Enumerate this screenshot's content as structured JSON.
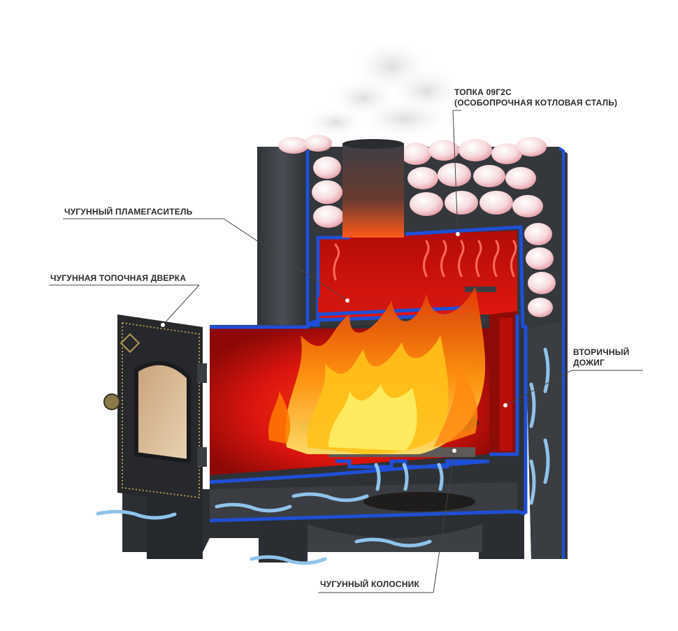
{
  "labels": {
    "firebox_steel": {
      "line1": "ТОПКА 09Г2С",
      "line2": "(ОСОБОПРОЧНАЯ КОТЛОВАЯ СТАЛЬ)"
    },
    "flame_arrester": "ЧУГУННЫЙ ПЛАМЕГАСИТЕЛЬ",
    "firebox_door": "ЧУГУННАЯ ТОПОЧНАЯ ДВЕРКА",
    "secondary_burn": {
      "line1": "ВТОРИЧНЫЙ",
      "line2": "ДОЖИГ"
    },
    "grate": "ЧУГУННЫЙ КОЛОСНИК"
  },
  "colors": {
    "steel_dark": "#3a3d42",
    "steel_mid": "#55585e",
    "interior_red": "#d8140f",
    "interior_dark": "#9c0a07",
    "blue_edge": "#1f4fd6",
    "stone": "#f2c9cc",
    "flame_orange": "#ff7a00",
    "flame_yellow": "#ffd21a",
    "air_blue": "#8fc3ea"
  }
}
